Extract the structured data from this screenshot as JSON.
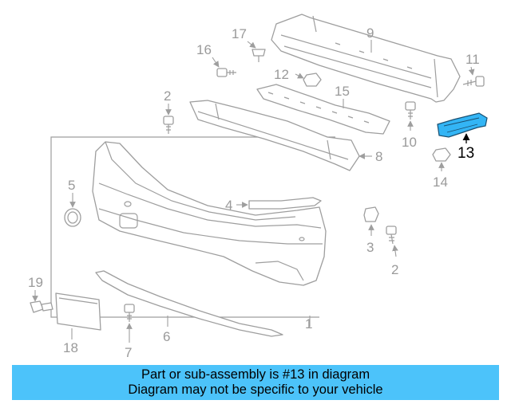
{
  "highlight_color": "#33b5f5",
  "banner_color": "#4cc3fa",
  "banner": {
    "line1": "Part or sub-assembly is #13 in diagram",
    "line2": "Diagram may not be specific to your vehicle"
  },
  "callouts": {
    "c1": "1",
    "c2a": "2",
    "c2b": "2",
    "c3": "3",
    "c4": "4",
    "c5": "5",
    "c6": "6",
    "c7": "7",
    "c8": "8",
    "c9": "9",
    "c10": "10",
    "c11": "11",
    "c12": "12",
    "c13": "13",
    "c14": "14",
    "c15": "15",
    "c16": "16",
    "c17": "17",
    "c18": "18",
    "c19": "19"
  }
}
